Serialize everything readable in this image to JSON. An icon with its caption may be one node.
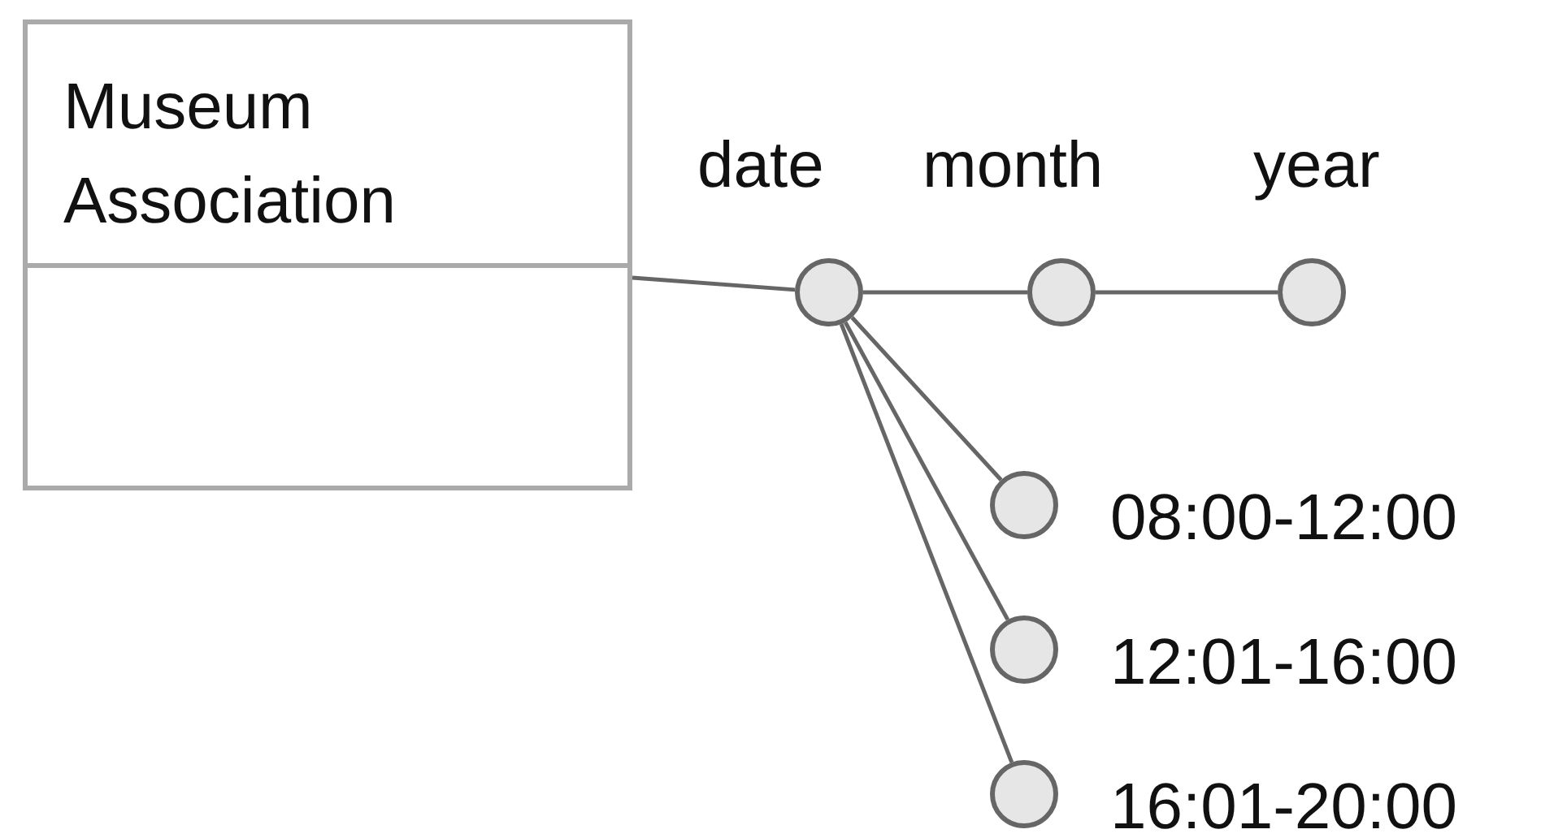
{
  "diagram": {
    "nodes": [
      {
        "text": [
          "Museum Association"
        ]
      },
      {
        "text": [],
        "shape": "circle",
        "beside": [
          "date"
        ]
      },
      {
        "text": [],
        "shape": "circle",
        "beside": [
          "month"
        ]
      },
      {
        "text": [],
        "shape": "circle",
        "beside": [
          "year"
        ]
      },
      {
        "text": [],
        "shape": "circle",
        "beside": [
          "08:00-12:00"
        ]
      },
      {
        "text": [],
        "shape": "circle",
        "beside": [
          "12:01-16:00"
        ]
      },
      {
        "text": [],
        "shape": "circle",
        "beside": [
          "16:01-20:00"
        ]
      }
    ],
    "edges": [
      {
        "from": 0,
        "to": 1,
        "arrow": "none"
      },
      {
        "from": 1,
        "to": 2,
        "arrow": "none"
      },
      {
        "from": 2,
        "to": 3,
        "arrow": "none"
      },
      {
        "from": 1,
        "to": 4,
        "arrow": "none"
      },
      {
        "from": 1,
        "to": 5,
        "arrow": "none"
      },
      {
        "from": 1,
        "to": 6,
        "arrow": "none"
      }
    ]
  }
}
